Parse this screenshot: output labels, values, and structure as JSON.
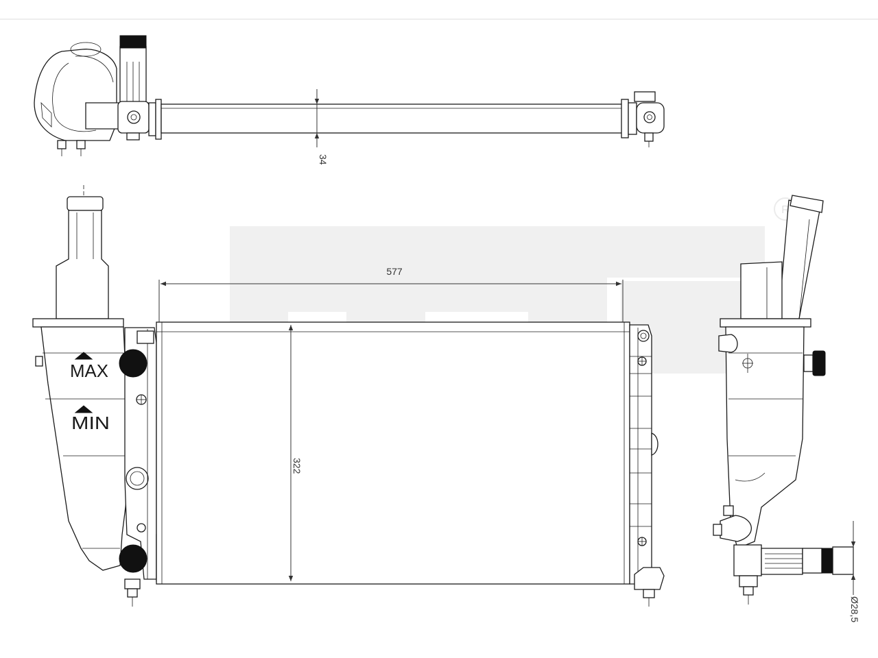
{
  "dimensions": {
    "core_width": "577",
    "core_height": "322",
    "core_depth": "34",
    "outlet_diameter": "Ø28,5"
  },
  "reservoir_labels": {
    "max": "MAX",
    "min": "MIN"
  },
  "watermark": {
    "registered_mark": "R"
  }
}
